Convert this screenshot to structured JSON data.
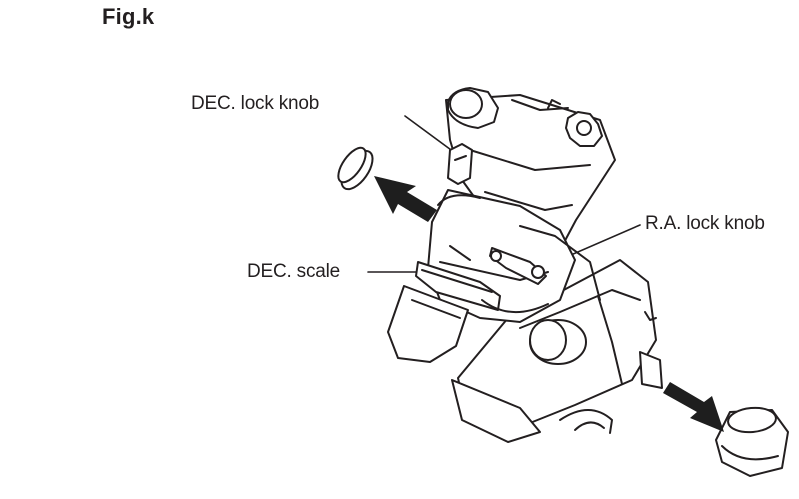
{
  "figure": {
    "title": "Fig.k"
  },
  "labels": {
    "dec_lock_knob": "DEC. lock knob",
    "ra_lock_knob": "R.A. lock knob",
    "dec_scale": "DEC. scale"
  },
  "icons": {
    "remove_cap_arrow": "arrow-up-left-icon",
    "remove_counterweight_cap_arrow": "arrow-down-right-icon"
  }
}
